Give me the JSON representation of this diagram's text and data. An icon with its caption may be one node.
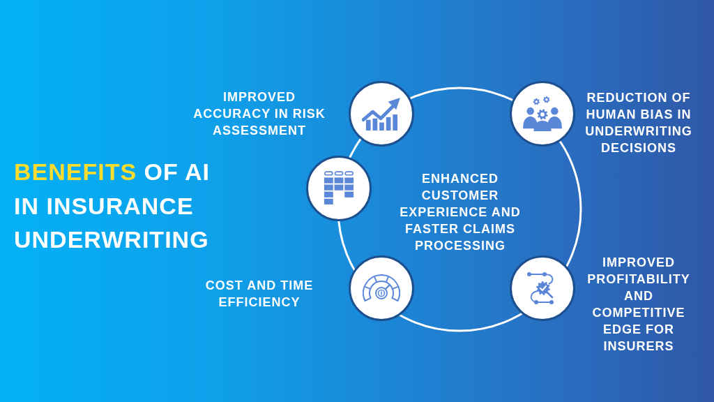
{
  "diagram": {
    "title": "**BENEFITS** OF AI IN INSURANCE UNDERWRITING",
    "nodes": [
      {
        "text": [],
        "shape": "circle",
        "beside": [
          "IMPROVED ACCURACY IN RISK ASSESSMENT"
        ]
      },
      {
        "text": [],
        "shape": "circle",
        "beside": [
          "REDUCTION OF HUMAN BIAS IN UNDERWRITING DECISIONS"
        ]
      },
      {
        "text": [],
        "shape": "circle"
      },
      {
        "text": [],
        "shape": "circle",
        "beside": [
          "COST AND TIME EFFICIENCY"
        ]
      },
      {
        "text": [],
        "shape": "circle",
        "beside": [
          "IMPROVED PROFITABILITY AND COMPETITIVE EDGE FOR INSURERS"
        ]
      }
    ],
    "labels": [
      "ENHANCED CUSTOMER EXPERIENCE AND FASTER CLAIMS PROCESSING"
    ]
  }
}
